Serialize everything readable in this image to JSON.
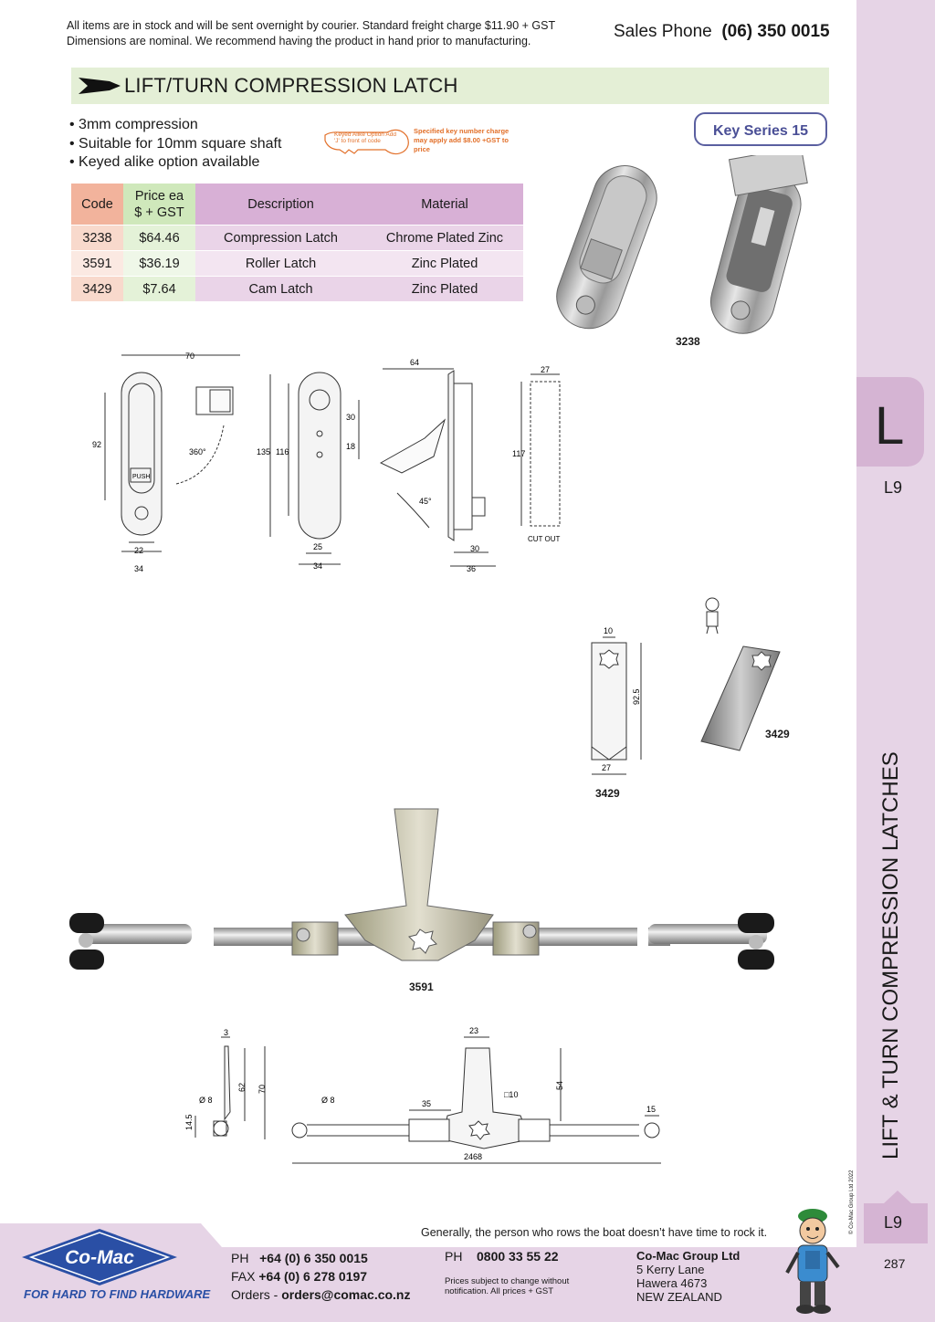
{
  "notice": {
    "line1": "All items are in stock and will be sent overnight by courier. Standard freight charge $11.90 + GST",
    "line2": "Dimensions are nominal. We recommend having the product in hand prior to manufacturing."
  },
  "sales": {
    "label": "Sales Phone",
    "number": "(06) 350 0015"
  },
  "title": "LIFT/TURN COMPRESSION LATCH",
  "bullets": [
    "• 3mm compression",
    "• Suitable for 10mm square shaft",
    "• Keyed alike option available"
  ],
  "key_series": "Key Series 15",
  "keyed_option": {
    "tag_text": "Keyed Alike Option Add 'J' to front of code",
    "note": "Specified key number charge may apply add $8.00 +GST to price"
  },
  "table": {
    "headers": {
      "code": "Code",
      "price1": "Price ea",
      "price2": "$ + GST",
      "description": "Description",
      "material": "Material"
    },
    "rows": [
      {
        "code": "3238",
        "price": "$64.46",
        "description": "Compression Latch",
        "material": "Chrome Plated Zinc"
      },
      {
        "code": "3591",
        "price": "$36.19",
        "description": "Roller Latch",
        "material": "Zinc Plated"
      },
      {
        "code": "3429",
        "price": "$7.64",
        "description": "Cam Latch",
        "material": "Zinc Plated"
      }
    ]
  },
  "labels": {
    "photo_3238": "3238",
    "drawing_3429": "3429",
    "photo_3429": "3429",
    "photo_3591": "3591",
    "cut_out": "CUT OUT",
    "push": "PUSH"
  },
  "dims": {
    "d70": "70",
    "d92": "92",
    "d360": "360°",
    "d22": "22",
    "d34a": "34",
    "d135": "135",
    "d116": "116",
    "d30a": "30",
    "d18": "18",
    "d25": "25",
    "d34b": "34",
    "d64": "64",
    "d45": "45°",
    "d30b": "30",
    "d36": "36",
    "d27a": "27",
    "d117": "117",
    "d10": "10",
    "d925": "92.5",
    "d27b": "27",
    "d3": "3",
    "d62": "62",
    "d70b": "70",
    "d8a": "Ø 8",
    "d145": "14.5",
    "d23": "23",
    "d54": "54",
    "d35": "35",
    "d10sq": "□10",
    "d8b": "Ø 8",
    "d15": "15",
    "d2468": "2468"
  },
  "sidebar": {
    "section_letter": "L",
    "section_code": "L9",
    "vertical_title": "LIFT & TURN COMPRESSION LATCHES",
    "copyright": "© Co-Mac Group Ltd 2022",
    "section_code_bottom": "L9",
    "page_number": "287"
  },
  "footer": {
    "quote": "Generally, the person who rows the boat doesn’t have time to rock it.",
    "ph_label": "PH",
    "ph": "+64 (0) 6 350 0015",
    "fax_label": "FAX",
    "fax": "+64 (0) 6 278 0197",
    "orders_label": "Orders -",
    "orders": "orders@comac.co.nz",
    "ph2_label": "PH",
    "ph2": "0800 33 55 22",
    "small1": "Prices subject to change without",
    "small2": "notification. All prices + GST",
    "company": "Co-Mac Group Ltd",
    "addr1": "5 Kerry Lane",
    "addr2": "Hawera 4673",
    "addr3": "NEW ZEALAND",
    "logo": "Co-Mac",
    "tagline": "FOR HARD TO FIND HARDWARE"
  },
  "colors": {
    "title_bg": "#e4efd6",
    "sidebar": "#e6d4e6",
    "tab": "#d5b4d3",
    "brand_blue": "#2a4fa5",
    "accent_orange": "#e2702a"
  }
}
